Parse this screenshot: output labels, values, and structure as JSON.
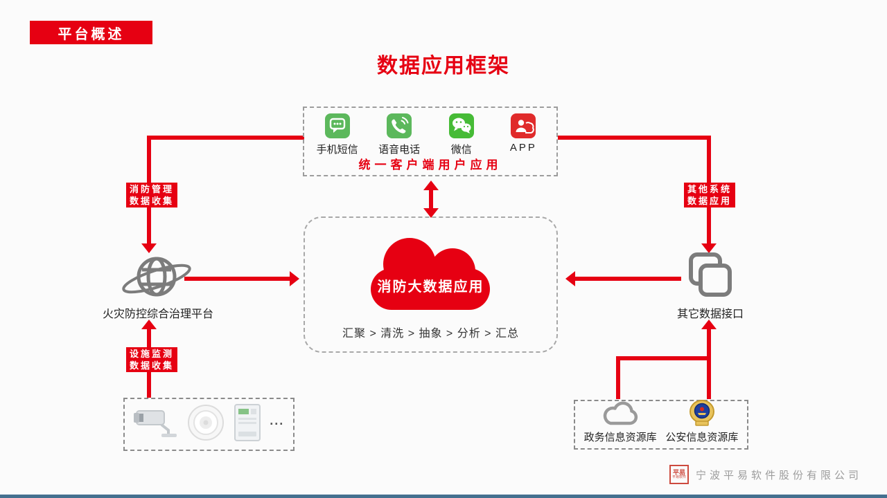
{
  "page": {
    "badge": "平台概述",
    "title": "数据应用框架",
    "footer": {
      "company": "宁波平易软件股份有限公司",
      "logo_top": "平易",
      "logo_bottom": "平易软件"
    }
  },
  "colors": {
    "red": "#e60012",
    "bar": "#44708f",
    "green": "#5cb85c",
    "wechat": "#46bb36",
    "appred": "#e02b2b",
    "icongray": "#7c7c7c"
  },
  "client_box": {
    "items": [
      {
        "label": "手机短信",
        "icon": "sms-icon"
      },
      {
        "label": "语音电话",
        "icon": "voice-call-icon"
      },
      {
        "label": "微信",
        "icon": "wechat-icon"
      },
      {
        "label": "APP",
        "icon": "app-icon"
      }
    ],
    "caption": "统一客户端用户应用"
  },
  "core_box": {
    "cloud_label": "消防大数据应用",
    "process": "汇聚 > 清洗 > 抽象 > 分析 > 汇总"
  },
  "left_node": {
    "label": "火灾防控综合治理平台"
  },
  "right_node": {
    "label": "其它数据接口"
  },
  "arrow_labels": {
    "fire_mgmt": [
      "消防管理",
      "数据收集"
    ],
    "other_sys": [
      "其他系统",
      "数据应用"
    ],
    "facility": [
      "设施监测",
      "数据收集"
    ]
  },
  "devices_box": {
    "ellipsis": "···"
  },
  "sources_box": {
    "items": [
      {
        "label": "政务信息资源库",
        "icon": "gov-cloud-icon"
      },
      {
        "label": "公安信息资源库",
        "icon": "police-badge-icon"
      }
    ]
  }
}
